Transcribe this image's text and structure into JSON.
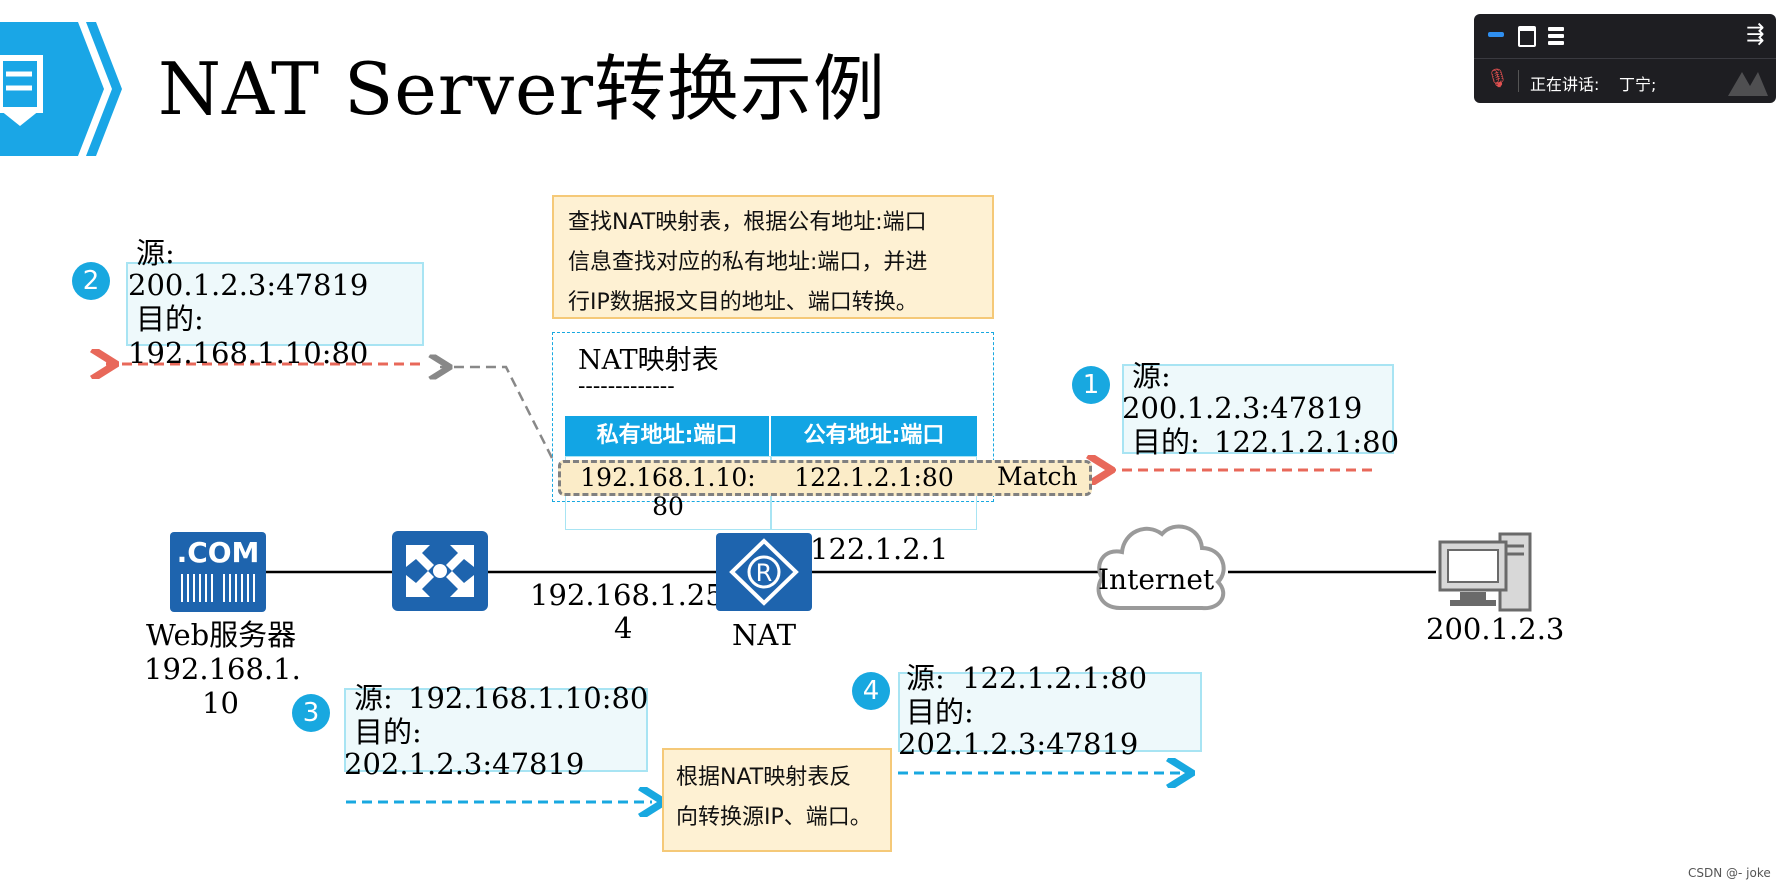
{
  "slide": {
    "title": "NAT Server转换示例"
  },
  "toolbar": {
    "speaking_label": "正在讲话:",
    "speaker": "丁宁;",
    "icons": [
      "minimize-icon",
      "window-icon",
      "list-icon",
      "menu-collapse-icon",
      "mic-muted-icon"
    ]
  },
  "note_top": {
    "line1": "查找NAT映射表，根据公有地址:端口",
    "line2": "信息查找对应的私有地址:端口，并进",
    "line3": "行IP数据报文目的地址、端口转换。"
  },
  "nat_table": {
    "title": "NAT映射表",
    "separator": "-------------",
    "headers": [
      "私有地址:端口",
      "公有地址:端口"
    ],
    "row": {
      "private_line1": "192.168.1.10:",
      "private_line2": "80",
      "public": "122.1.2.1:80"
    },
    "match_label": "Match"
  },
  "steps": {
    "step1": {
      "number": "1",
      "src_label": "源:",
      "src": "200.1.2.3:47819",
      "dst_label": "目的:",
      "dst": "122.1.2.1:80"
    },
    "step2": {
      "number": "2",
      "src_label": "源:",
      "src": "200.1.2.3:47819",
      "dst_label": "目的:",
      "dst": "192.168.1.10:80"
    },
    "step3": {
      "number": "3",
      "src_label": "源:",
      "src": "192.168.1.10:80",
      "dst_label": "目的:",
      "dst": "202.1.2.3:47819"
    },
    "step4": {
      "number": "4",
      "src_label": "源:",
      "src": "122.1.2.1:80",
      "dst_label": "目的:",
      "dst": "202.1.2.3:47819"
    }
  },
  "note_bottom": {
    "line1": "根据NAT映射表反",
    "line2": "向转换源IP、端口。"
  },
  "devices": {
    "web_server": {
      "icon_text": ".COM",
      "name": "Web服务器",
      "ip_line1": "192.168.1.",
      "ip_line2": "10"
    },
    "switch": {
      "ip_line1": "192.168.1.25",
      "ip_line2": "4"
    },
    "nat_router": {
      "name": "NAT",
      "icon_text": "R",
      "ip": "122.1.2.1"
    },
    "internet": {
      "label": "Internet"
    },
    "client": {
      "ip": "200.1.2.3"
    }
  },
  "watermark": "CSDN @- joke",
  "colors": {
    "accent_blue": "#18a8e0",
    "device_blue": "#1e64ae",
    "arrow_red": "#e8685a",
    "arrow_blue": "#18a8e0",
    "arrow_gray": "#888888"
  }
}
